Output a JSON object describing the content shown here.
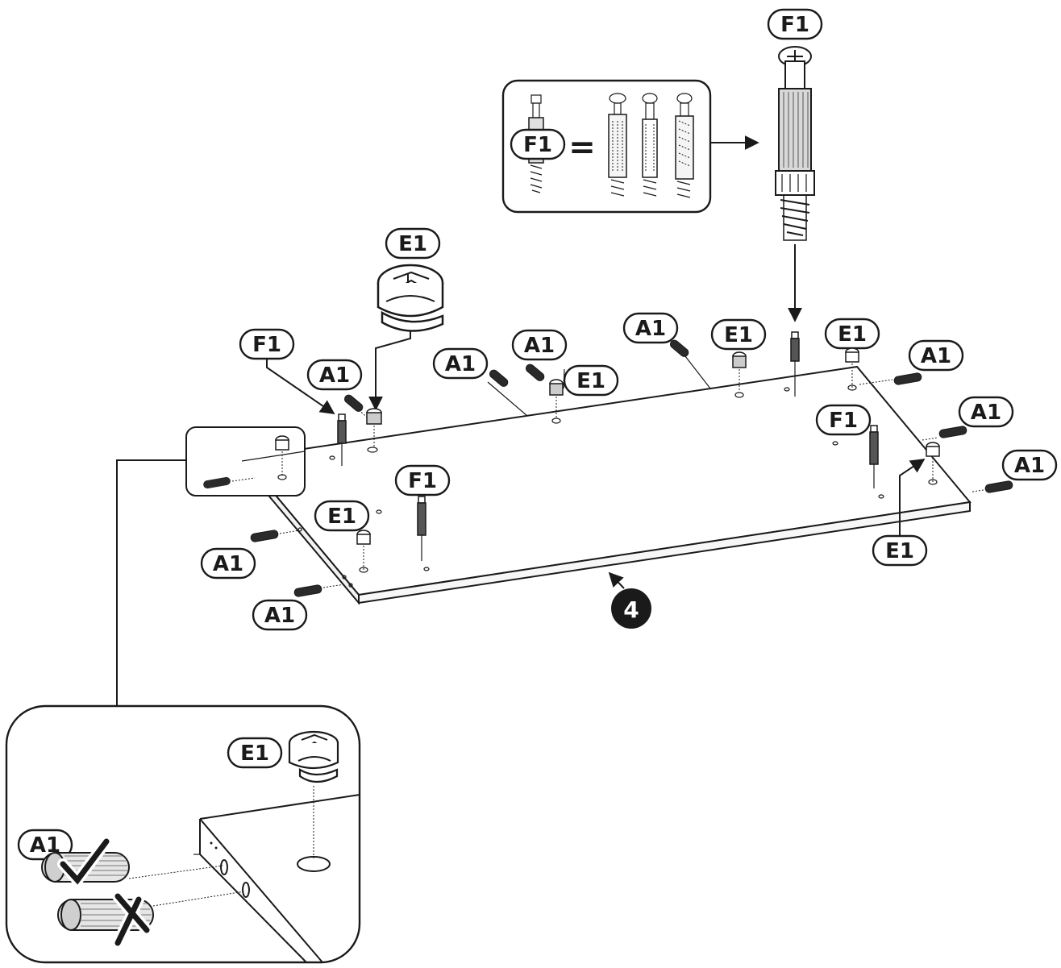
{
  "labels": {
    "a1": "A1",
    "e1": "E1",
    "f1": "F1"
  },
  "equals_sign": "=",
  "step_number": "4"
}
